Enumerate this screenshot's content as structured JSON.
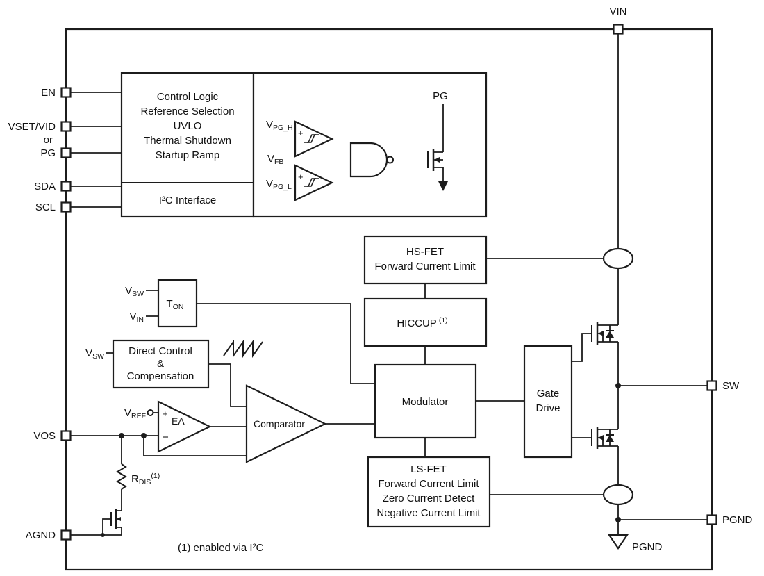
{
  "pins": {
    "vin": "VIN",
    "en": "EN",
    "vset_vid": "VSET/VID",
    "or": "or",
    "pg": "PG",
    "sda": "SDA",
    "scl": "SCL",
    "vos": "VOS",
    "agnd": "AGND",
    "sw": "SW",
    "pgnd": "PGND",
    "pgnd_symbol": "PGND"
  },
  "blocks": {
    "control_logic": {
      "lines": [
        "Control Logic",
        "Reference Selection",
        "UVLO",
        "Thermal Shutdown",
        "Startup Ramp"
      ]
    },
    "i2c_interface": "I²C Interface",
    "hs_fet": {
      "lines": [
        "HS-FET",
        "Forward Current Limit"
      ]
    },
    "hiccup": {
      "label": "HICCUP",
      "sup": "(1)"
    },
    "t_on": {
      "base": "T",
      "sub": "ON"
    },
    "direct_control": {
      "lines": [
        "Direct Control",
        "&",
        "Compensation"
      ]
    },
    "modulator": "Modulator",
    "gate_drive": {
      "lines": [
        "Gate",
        "Drive"
      ]
    },
    "ls_fet": {
      "lines": [
        "LS-FET",
        "Forward Current Limit",
        "Zero Current Detect",
        "Negative Current Limit"
      ]
    },
    "comparator": "Comparator",
    "ea": "EA"
  },
  "signals": {
    "pg_output": "PG",
    "v_pg_h": {
      "base": "V",
      "sub": "PG_H"
    },
    "v_fb": {
      "base": "V",
      "sub": "FB"
    },
    "v_pg_l": {
      "base": "V",
      "sub": "PG_L"
    },
    "v_sw_ton": {
      "base": "V",
      "sub": "SW"
    },
    "v_in_ton": {
      "base": "V",
      "sub": "IN"
    },
    "v_sw_dcc": {
      "base": "V",
      "sub": "SW"
    },
    "v_ref": {
      "base": "V",
      "sub": "REF"
    },
    "r_dis": {
      "base": "R",
      "sub": "DIS",
      "sup": "(1)"
    },
    "plus": "+",
    "minus": "−"
  },
  "note": "(1) enabled via I²C"
}
